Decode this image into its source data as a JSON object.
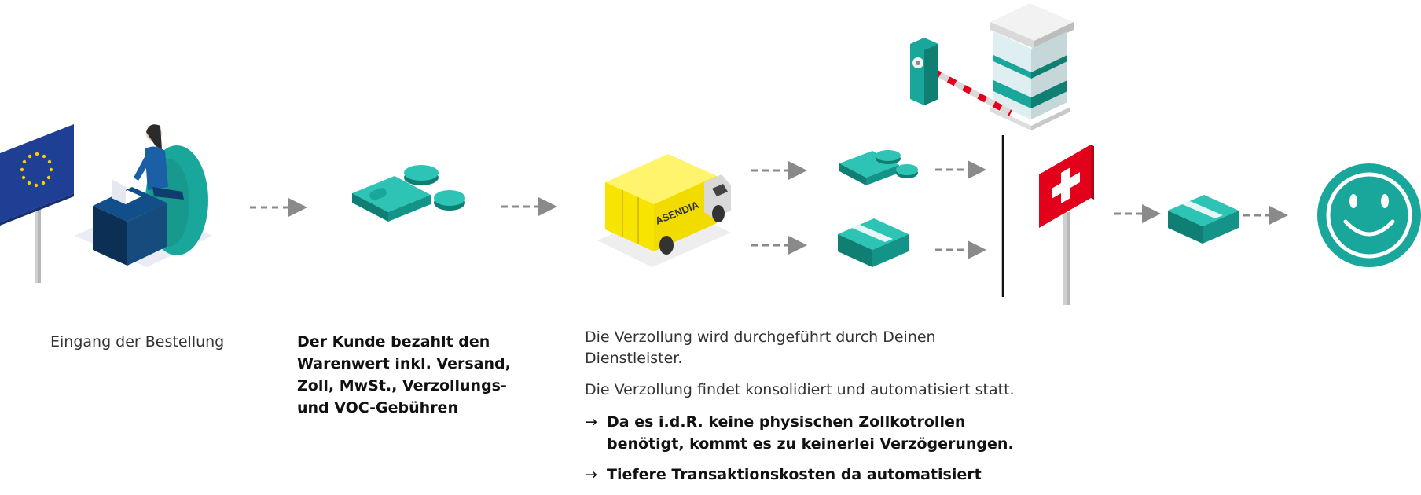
{
  "steps": {
    "order": {
      "caption": "Eingang der Bestellung"
    },
    "payment": {
      "lines": [
        "Der Kunde bezahlt den",
        "Warenwert inkl. Versand,",
        "Zoll, MwSt., Verzollungs-",
        "und VOC-Gebühren"
      ]
    },
    "customs": {
      "para1_lines": [
        "Die Verzollung wird durchgeführt durch Deinen",
        "Dienstleister."
      ],
      "para2": "Die Verzollung findet konsolidiert und automatisiert statt.",
      "bullet_arrow": "→",
      "bullet1_lines": [
        "Da es i.d.R. keine physischen Zollkotrollen",
        "benötigt, kommt es zu keinerlei Verzögerungen."
      ],
      "bullet2": "Tiefere Transaktionskosten da automatisiert"
    }
  },
  "truck": {
    "brand": "ASENDIA"
  },
  "colors": {
    "teal": "#1aa79b",
    "teal_dark": "#0f7f74",
    "eu_blue": "#1f3f94",
    "eu_star": "#f4d000",
    "swiss_red": "#e2001a",
    "truck_yellow": "#f7e400",
    "arrow_grey": "#8a8a8a"
  },
  "icons": [
    "eu-flag-icon",
    "customer-laptop-icon",
    "money-icon",
    "delivery-truck-icon",
    "customs-barrier-icon",
    "swiss-flag-icon",
    "parcel-icon",
    "smiley-icon"
  ]
}
